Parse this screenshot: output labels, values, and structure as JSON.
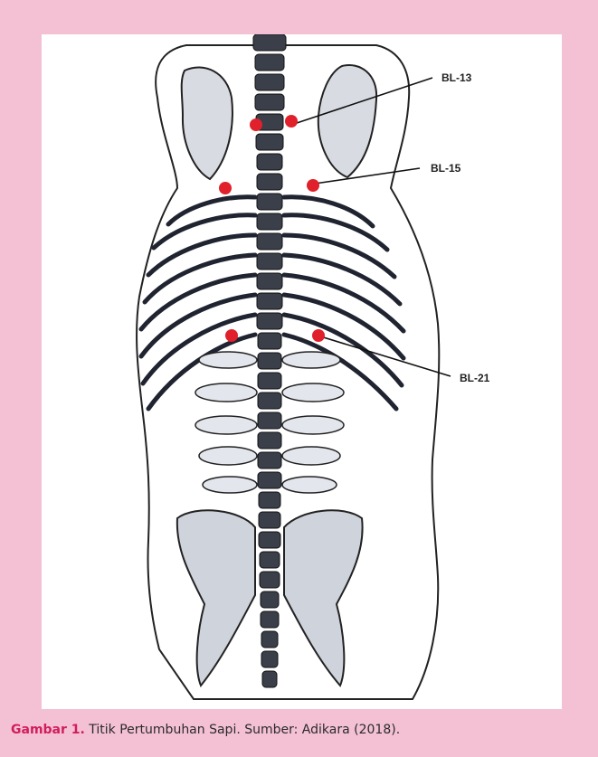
{
  "diagram": {
    "labels": [
      {
        "id": "bl13",
        "text": "BL-13"
      },
      {
        "id": "bl15",
        "text": "BL-15"
      },
      {
        "id": "bl21",
        "text": "BL-21"
      }
    ]
  },
  "caption": {
    "figure_label": "Gambar 1.",
    "text": " Titik Pertumbuhan Sapi. Sumber: Adikara (2018)."
  },
  "colors": {
    "background": "#f4c1d4",
    "point": "#e0212b",
    "caption_label": "#d11d5c"
  }
}
